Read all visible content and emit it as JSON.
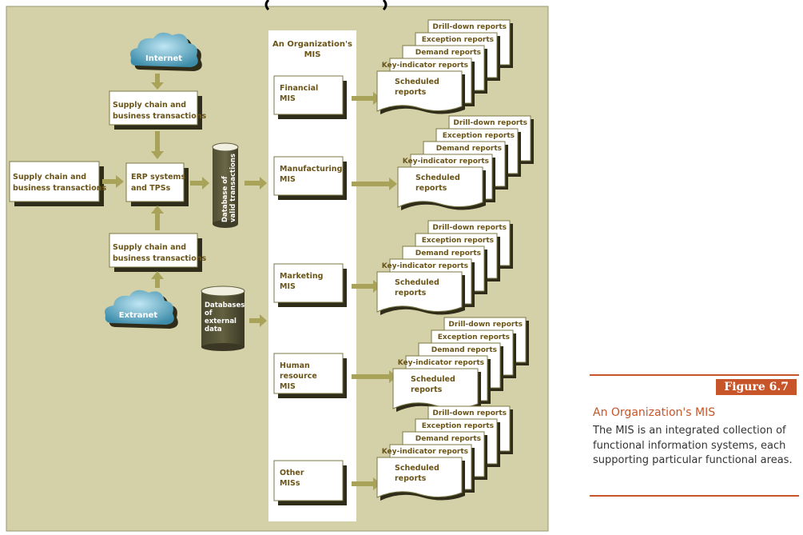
{
  "diagram": {
    "internet": "Internet",
    "extranet": "Extranet",
    "scm_top": [
      "Supply chain and",
      "business transactions"
    ],
    "scm_left": [
      "Supply chain and",
      "business transactions"
    ],
    "scm_bottom": [
      "Supply chain and",
      "business transactions"
    ],
    "erp": [
      "ERP systems",
      "and TPSs"
    ],
    "database_valid": [
      "Database of",
      "valid transactions"
    ],
    "database_external": [
      "Databases",
      "of",
      "external",
      "data"
    ],
    "mis_header": [
      "An Organization's",
      "MIS"
    ],
    "mis_boxes": [
      {
        "lines": [
          "Financial",
          "MIS"
        ]
      },
      {
        "lines": [
          "Manufacturing",
          "MIS"
        ]
      },
      {
        "lines": [
          "Marketing",
          "MIS"
        ]
      },
      {
        "lines": [
          "Human",
          "resource",
          "MIS"
        ]
      },
      {
        "lines": [
          "Other",
          "MISs"
        ]
      }
    ],
    "report_stack": {
      "drill": "Drill-down reports",
      "exception": "Exception reports",
      "demand": "Demand reports",
      "key": "Key-indicator reports",
      "scheduled": [
        "Scheduled",
        "reports"
      ]
    }
  },
  "caption": {
    "figure_label": "Figure 6.7",
    "title": "An Organization's MIS",
    "body": "The MIS is an integrated collection of functional information systems, each supporting particular functional areas."
  },
  "colors": {
    "background": "#d4d0a7",
    "box_border": "#7b7846",
    "text": "#6a5418",
    "arrow": "#a8a358",
    "shadow": "#2f2d1a",
    "database": "#5e5c3d",
    "accent": "#c8552a"
  }
}
